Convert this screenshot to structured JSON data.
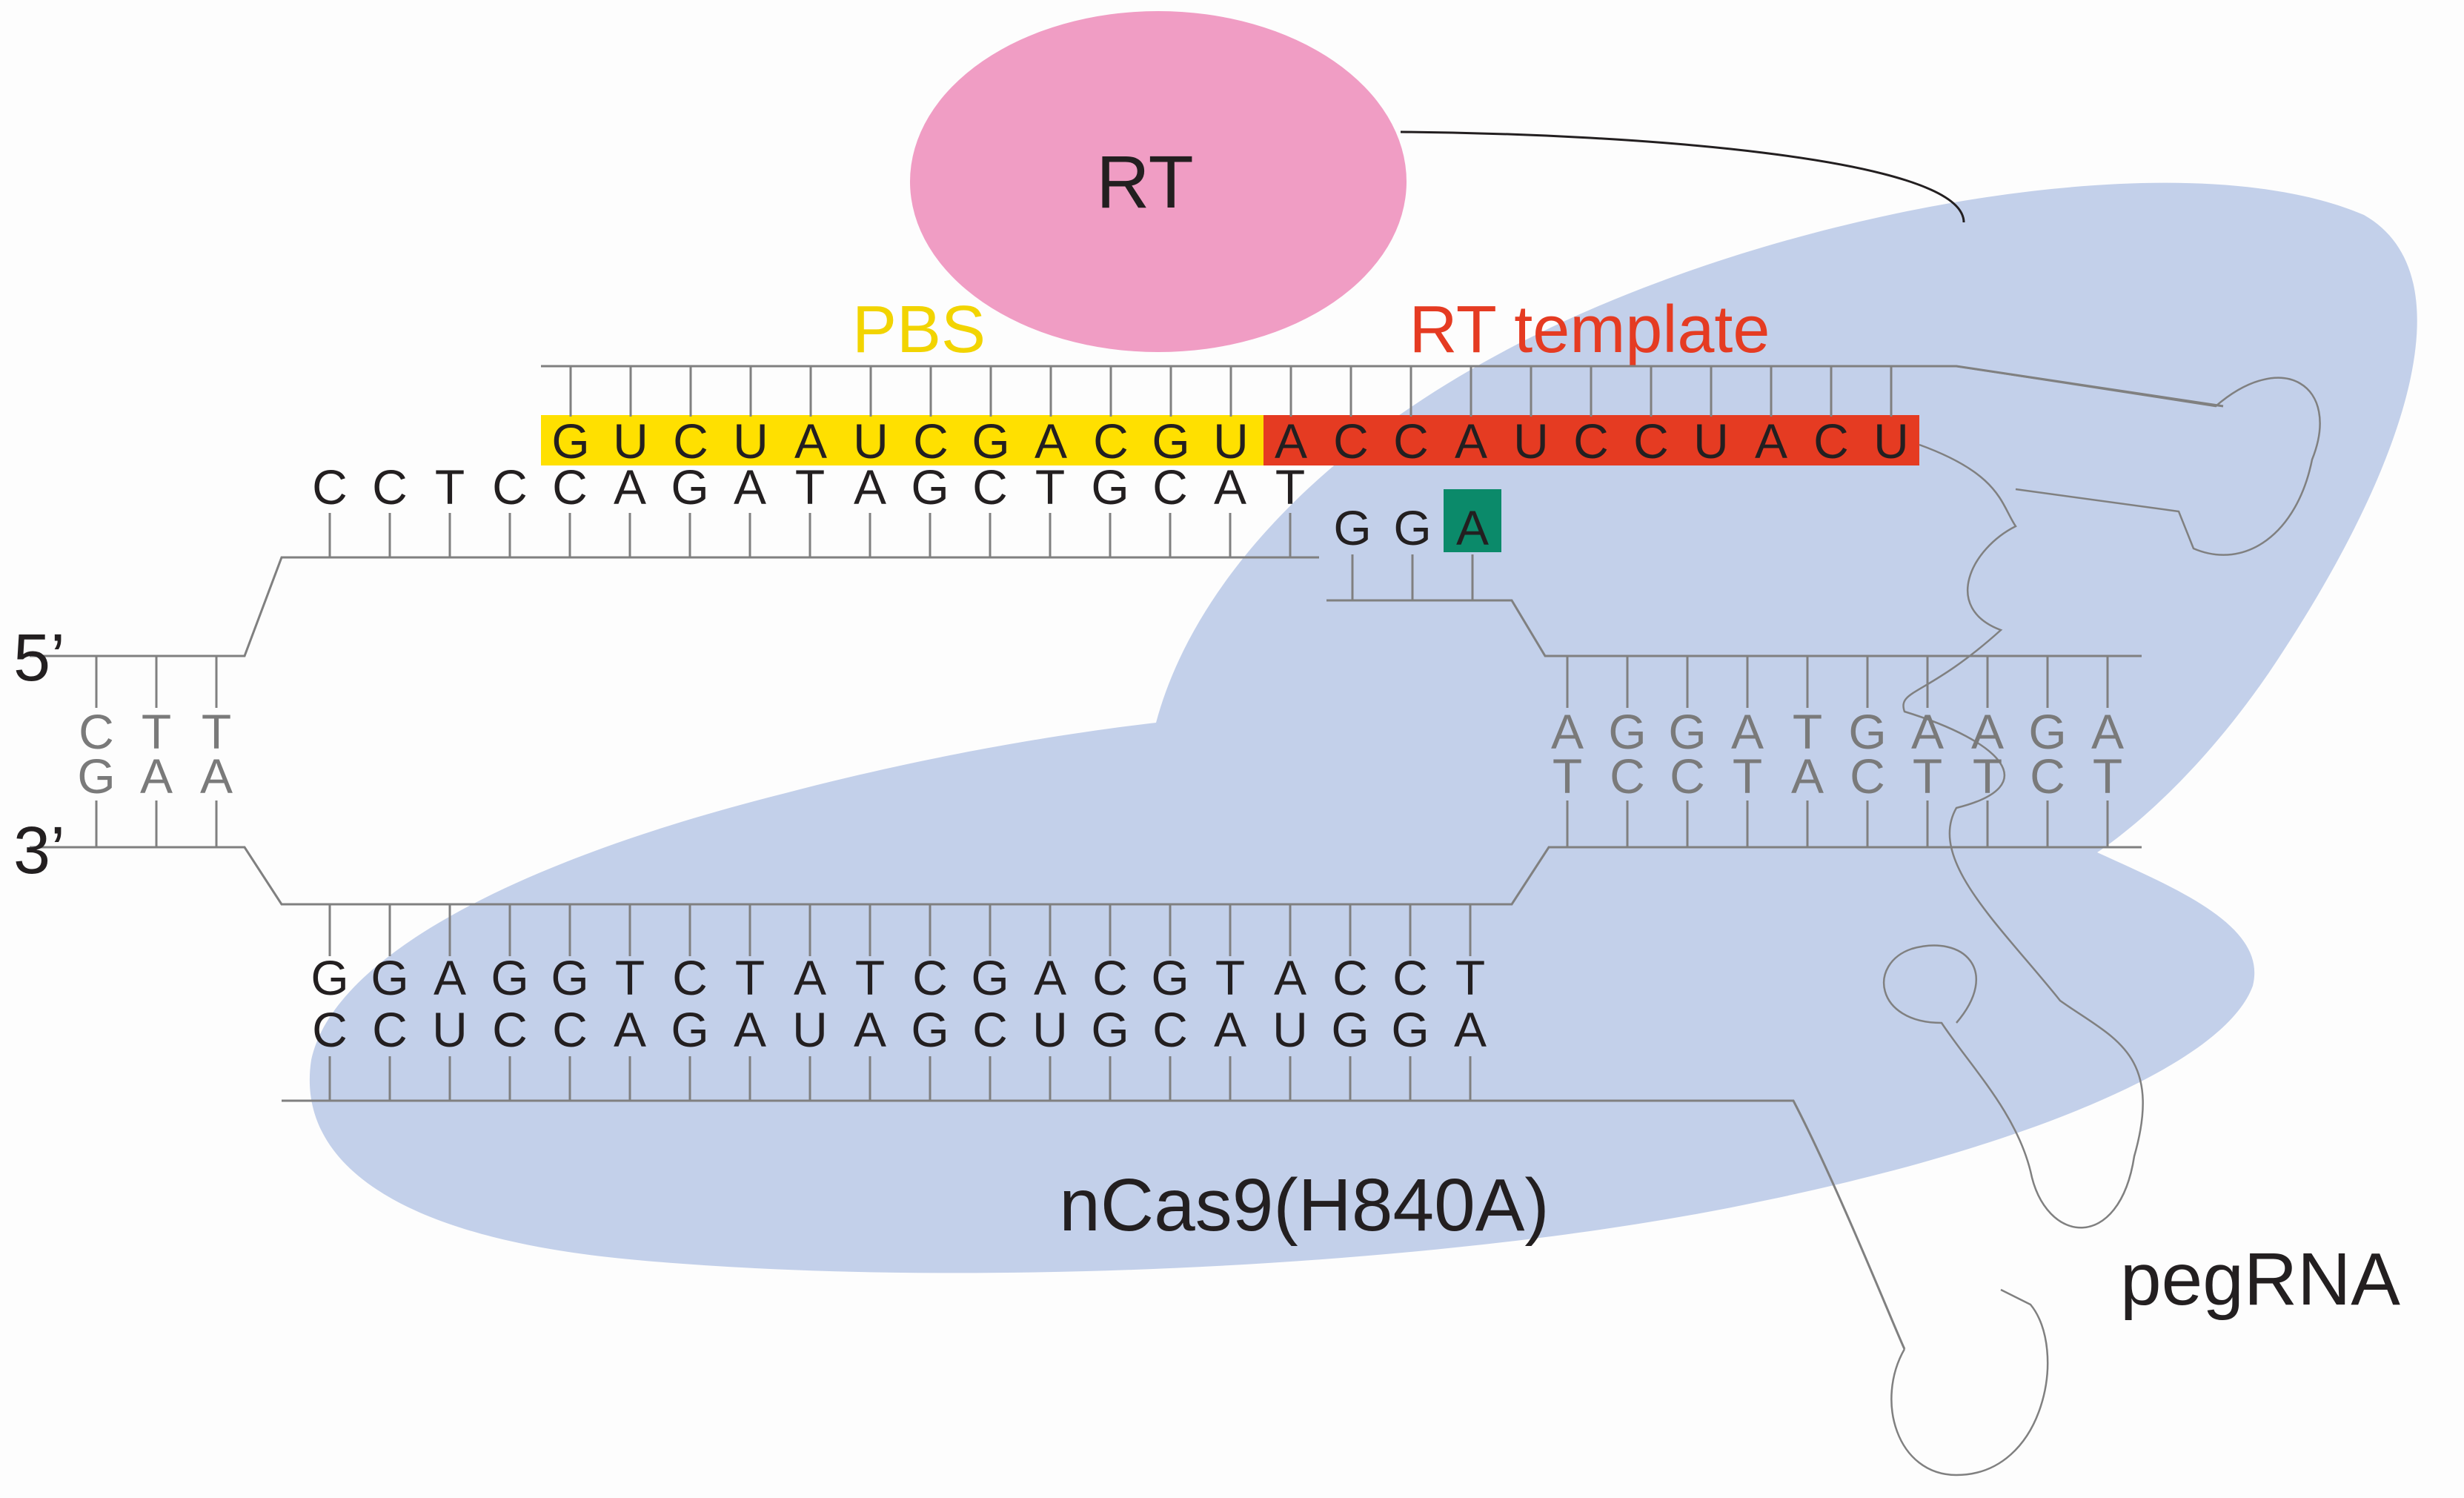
{
  "labels": {
    "rt_enzyme": "RT",
    "pbs": "PBS",
    "rt_template": "RT template",
    "five_prime": "5’",
    "three_prime": "3’",
    "ncas9": "nCas9(H840A)",
    "pegrna": "pegRNA"
  },
  "colors": {
    "rt_enzyme": "#f09dc4",
    "ncas9": "#c3d0ea",
    "pbs_highlight": "#ffe000",
    "pbs_label": "#f2d400",
    "rt_template_highlight": "#e53b22",
    "rt_template_label": "#e53b22",
    "edit_highlight": "#0b8a6a",
    "dark_text": "#231f20",
    "gray_text": "#7a7a7a"
  },
  "sequences": {
    "pbs": [
      "G",
      "U",
      "C",
      "U",
      "A",
      "U",
      "C",
      "G",
      "A",
      "C",
      "G",
      "U"
    ],
    "rt_template": [
      "A",
      "C",
      "C",
      "A",
      "U",
      "C",
      "C",
      "U",
      "A",
      "C",
      "U"
    ],
    "nicked_strand": [
      "C",
      "C",
      "T",
      "C",
      "C",
      "A",
      "G",
      "A",
      "T",
      "A",
      "G",
      "C",
      "T",
      "G",
      "C",
      "A",
      "T"
    ],
    "new_flap": [
      "G",
      "G",
      "A"
    ],
    "left_top": [
      "C",
      "T",
      "T"
    ],
    "left_bottom": [
      "G",
      "A",
      "A"
    ],
    "right_top": [
      "A",
      "G",
      "G",
      "A",
      "T",
      "G",
      "A",
      "A",
      "G",
      "A"
    ],
    "right_bottom": [
      "T",
      "C",
      "C",
      "T",
      "A",
      "C",
      "T",
      "T",
      "C",
      "T"
    ],
    "target_strand": [
      "G",
      "G",
      "A",
      "G",
      "G",
      "T",
      "C",
      "T",
      "A",
      "T",
      "C",
      "G",
      "A",
      "C",
      "G",
      "T",
      "A",
      "C",
      "C",
      "T"
    ],
    "spacer": [
      "C",
      "C",
      "U",
      "C",
      "C",
      "A",
      "G",
      "A",
      "U",
      "A",
      "G",
      "C",
      "U",
      "G",
      "C",
      "A",
      "U",
      "G",
      "G",
      "A"
    ]
  }
}
